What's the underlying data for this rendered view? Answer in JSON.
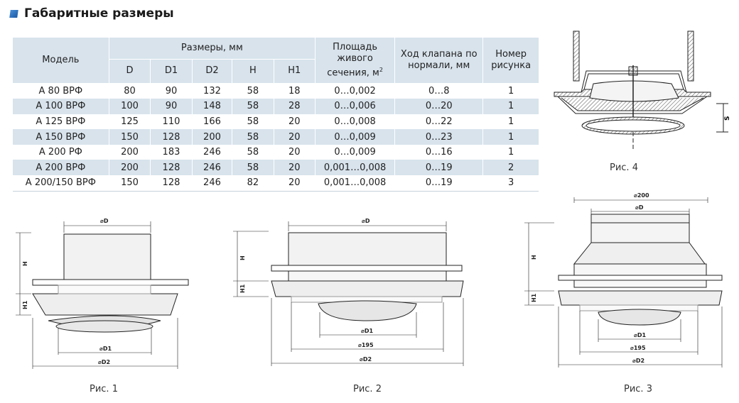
{
  "title": "Габаритные размеры",
  "table": {
    "headers": {
      "model": "Модель",
      "dims_group": "Размеры, мм",
      "dims": [
        "D",
        "D1",
        "D2",
        "H",
        "H1"
      ],
      "area": "Площадь живого сечения, м",
      "area_sup": "2",
      "stroke": "Ход клапана по нормали, мм",
      "figure": "Номер рисунка"
    },
    "rows": [
      [
        "А 80 ВРФ",
        "80",
        "90",
        "132",
        "58",
        "18",
        "0…0,002",
        "0…8",
        "1"
      ],
      [
        "А 100 ВРФ",
        "100",
        "90",
        "148",
        "58",
        "28",
        "0…0,006",
        "0…20",
        "1"
      ],
      [
        "А 125 ВРФ",
        "125",
        "110",
        "166",
        "58",
        "20",
        "0…0,008",
        "0…22",
        "1"
      ],
      [
        "А 150 ВРФ",
        "150",
        "128",
        "200",
        "58",
        "20",
        "0…0,009",
        "0…23",
        "1"
      ],
      [
        "А 200 РФ",
        "200",
        "183",
        "246",
        "58",
        "20",
        "0…0,009",
        "0…16",
        "1"
      ],
      [
        "А 200 ВРФ",
        "200",
        "128",
        "246",
        "58",
        "20",
        "0,001…0,008",
        "0…19",
        "2"
      ],
      [
        "А 200/150 ВРФ",
        "150",
        "128",
        "246",
        "82",
        "20",
        "0,001…0,008",
        "0…19",
        "3"
      ]
    ]
  },
  "figures": {
    "fig1": {
      "caption": "Рис. 1",
      "dim_d": "⌀D",
      "dim_d1": "⌀D1",
      "dim_d2": "⌀D2",
      "dim_h": "H",
      "dim_h1": "H1"
    },
    "fig2": {
      "caption": "Рис. 2",
      "dim_d": "⌀D",
      "dim_d1": "⌀D1",
      "dim_195": "⌀195",
      "dim_d2": "⌀D2",
      "dim_h": "H",
      "dim_h1": "H1"
    },
    "fig3": {
      "caption": "Рис. 3",
      "dim_200": "⌀200",
      "dim_d": "⌀D",
      "dim_d1": "⌀D1",
      "dim_195": "⌀195",
      "dim_d2": "⌀D2",
      "dim_h": "H",
      "dim_h1": "H1"
    },
    "fig4": {
      "caption": "Рис. 4",
      "dim_s": "S"
    }
  },
  "colors": {
    "header_bg": "#d8e3ec",
    "title_mark": "#2a6fc0",
    "hatch": "#666666"
  }
}
